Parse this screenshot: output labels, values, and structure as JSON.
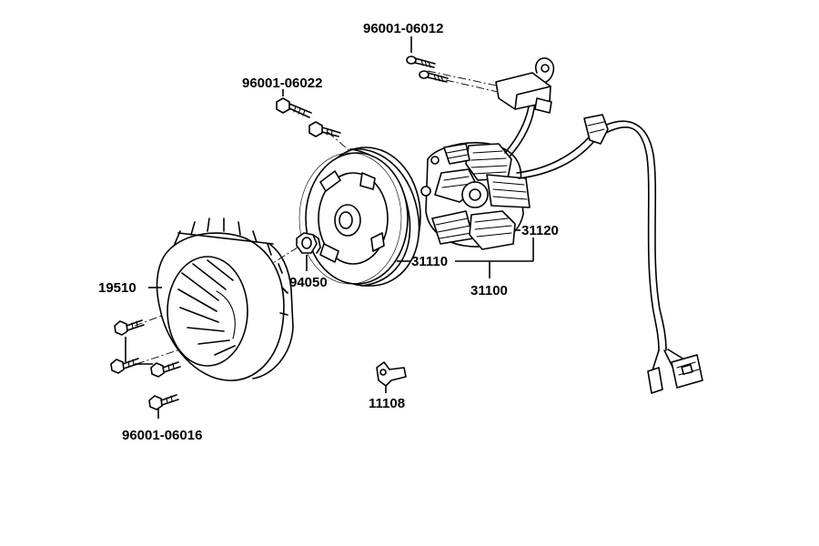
{
  "diagram": {
    "labels": {
      "p96001_06012": "96001-06012",
      "p96001_06022": "96001-06022",
      "p31120": "31120",
      "p31110": "31110",
      "p31100": "31100",
      "p94050": "94050",
      "p19510": "19510",
      "p11108": "11108",
      "p96001_06016": "96001-06016"
    }
  }
}
